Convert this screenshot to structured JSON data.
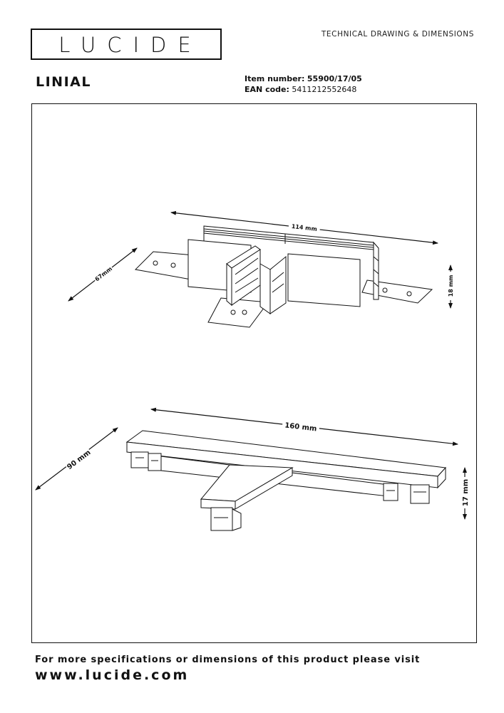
{
  "brand": {
    "logo_text": "LUCIDE"
  },
  "header": {
    "doc_type": "TECHNICAL DRAWING & DIMENSIONS"
  },
  "product": {
    "name": "LINIAL",
    "item_label": "Item number:",
    "item_number": "55900/17/05",
    "ean_label": "EAN code:",
    "ean_code": "5411212552648"
  },
  "drawing": {
    "top_view": {
      "length": "114 mm",
      "depth": "67mm",
      "height": "18 mm"
    },
    "front_view": {
      "length": "160 mm",
      "depth": "90 mm",
      "height": "17 mm"
    }
  },
  "footer": {
    "note": "For more specifications or dimensions of this product please visit",
    "website": "www.lucide.com"
  }
}
